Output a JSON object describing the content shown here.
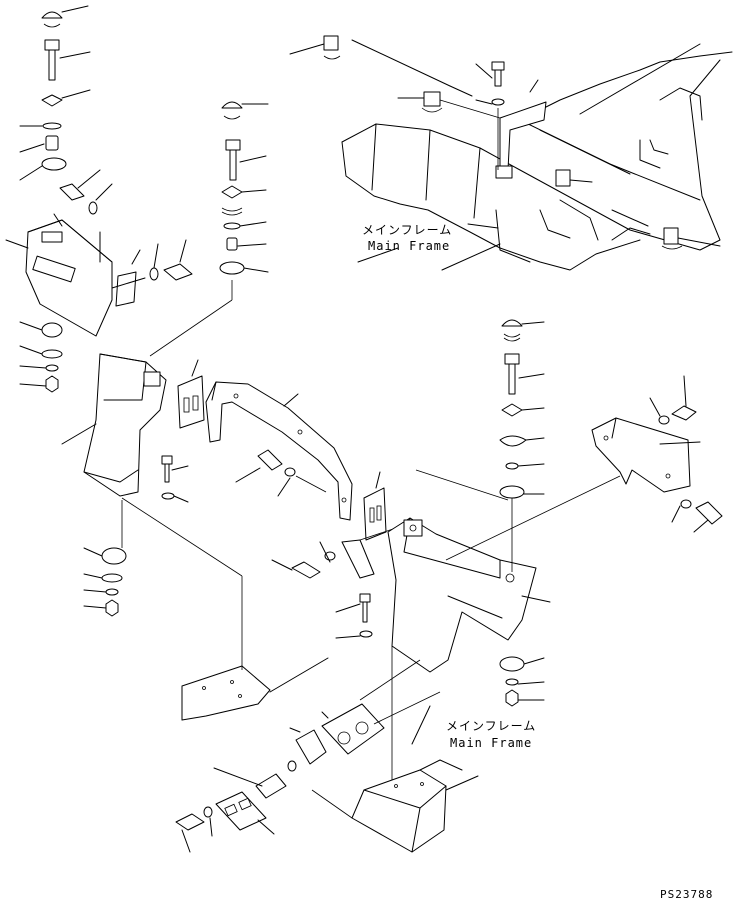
{
  "labels": {
    "main_frame_top_jp": "メインフレーム",
    "main_frame_top_en": "Main Frame",
    "main_frame_bottom_jp": "メインフレーム",
    "main_frame_bottom_en": "Main Frame",
    "drawing_number": "PS23788"
  }
}
